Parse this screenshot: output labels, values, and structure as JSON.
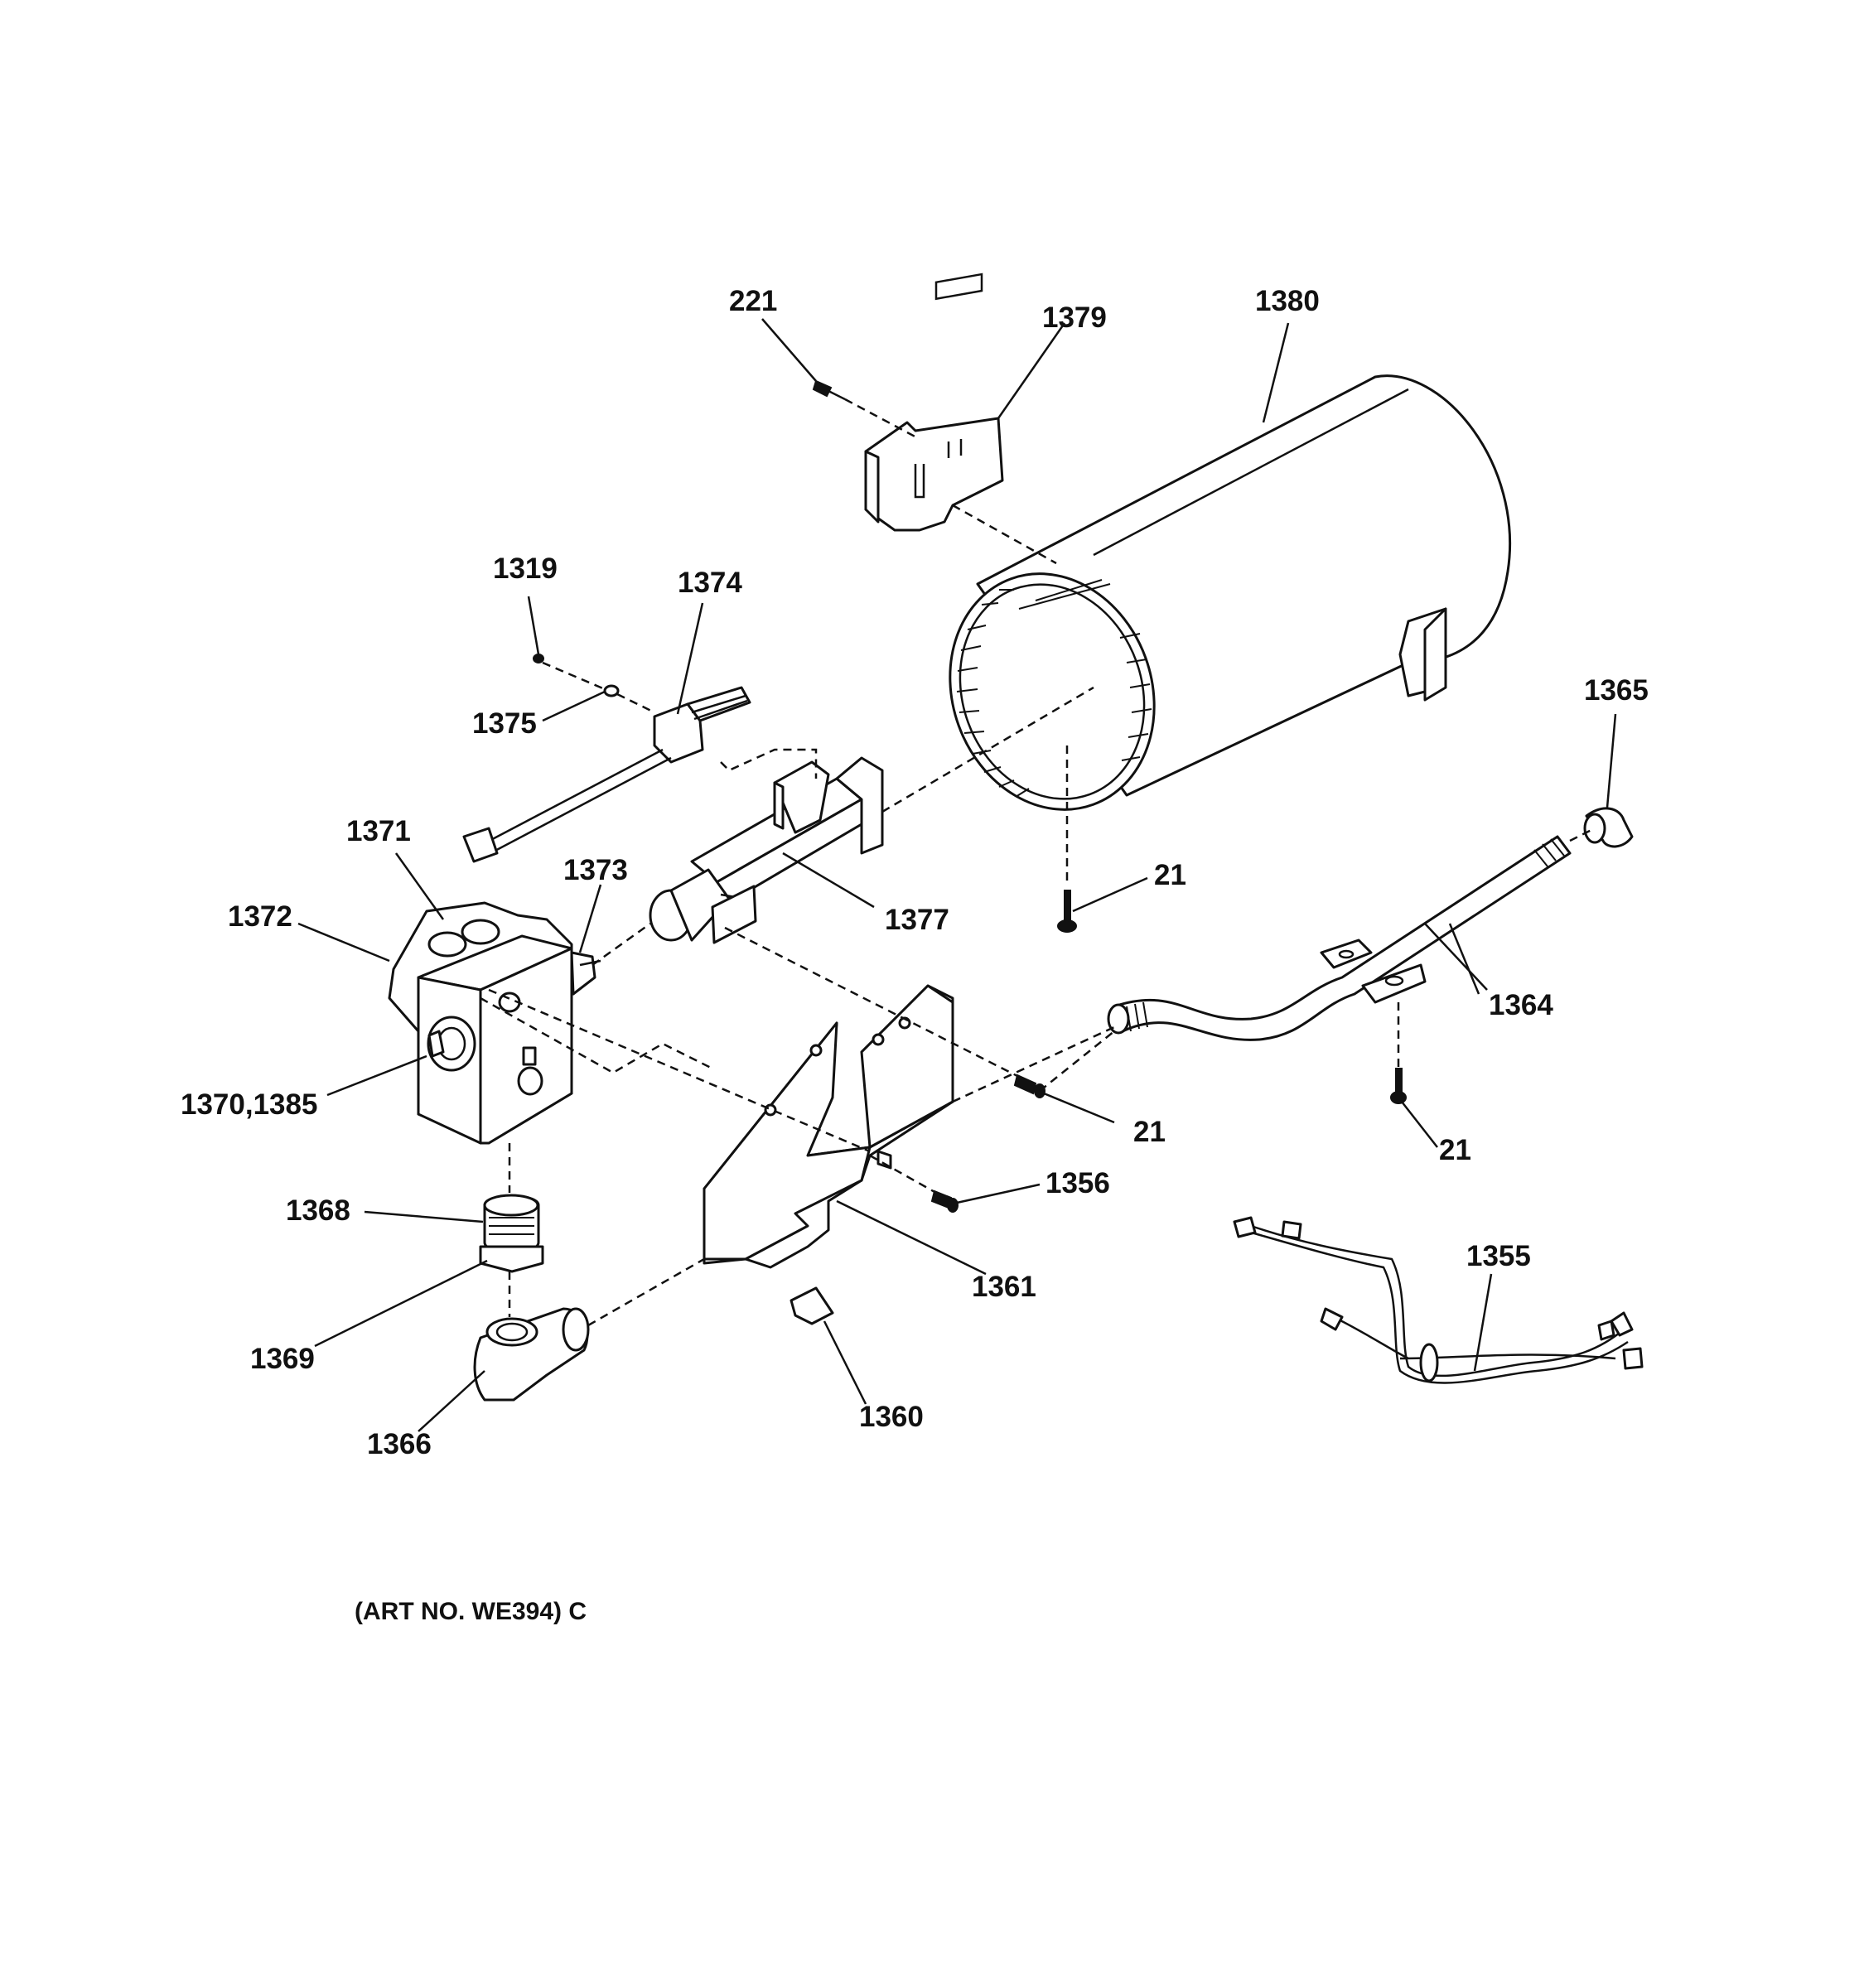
{
  "diagram": {
    "labels": {
      "p221": "221",
      "p1379": "1379",
      "p1380": "1380",
      "p1319": "1319",
      "p1374": "1374",
      "p1375": "1375",
      "p1365": "1365",
      "p1371": "1371",
      "p1373": "1373",
      "p1372": "1372",
      "p1377": "1377",
      "p21_drum": "21",
      "p1364": "1364",
      "p1370_1385": "1370,1385",
      "p21_bracket": "21",
      "p21_pipe": "21",
      "p1356": "1356",
      "p1368": "1368",
      "p1355": "1355",
      "p1361": "1361",
      "p1369": "1369",
      "p1360": "1360",
      "p1366": "1366"
    },
    "art_number": "(ART NO. WE394) C"
  }
}
